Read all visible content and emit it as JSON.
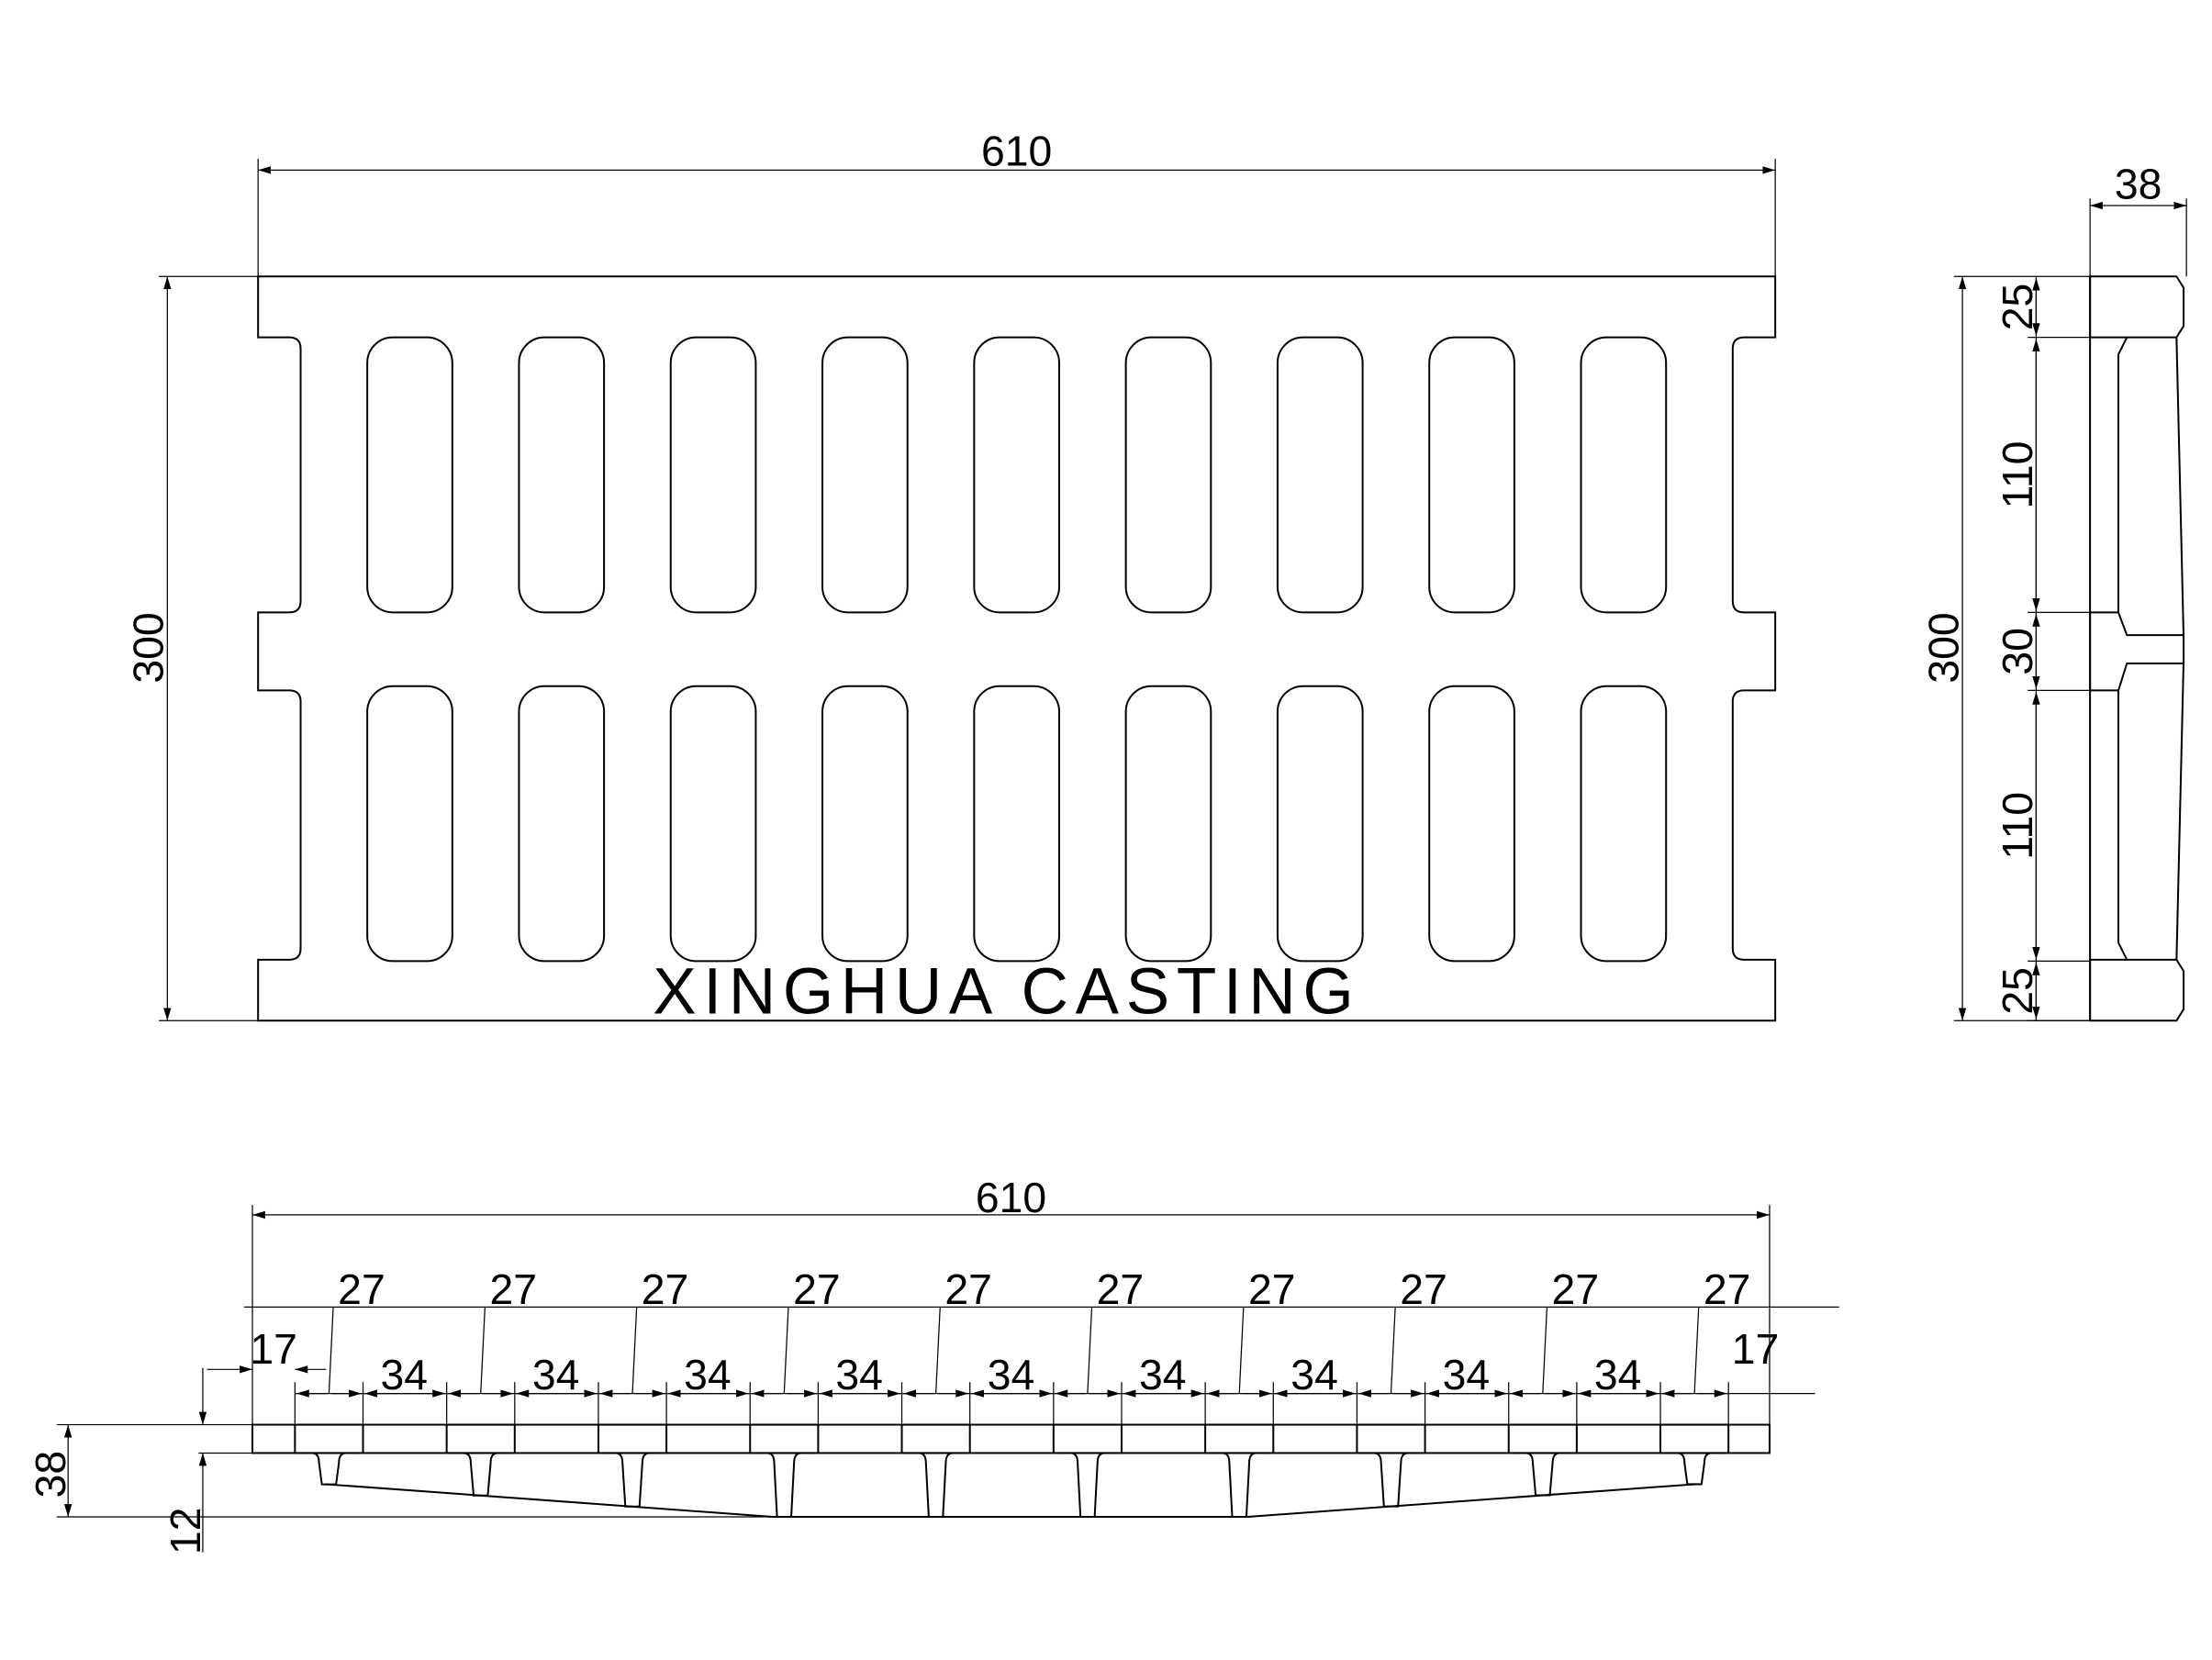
{
  "brand_text": "XINGHUA CASTING",
  "top_view": {
    "width_label": "610",
    "height_label": "300",
    "slot_columns": 9,
    "slot_rows": 2
  },
  "side_view": {
    "thickness_label": "38",
    "height_label": "300",
    "segments": [
      "25",
      "110",
      "30",
      "110",
      "25"
    ]
  },
  "section_view": {
    "width_label": "610",
    "rib_labels": [
      "27",
      "27",
      "27",
      "27",
      "27",
      "27",
      "27",
      "27",
      "27",
      "27"
    ],
    "gap_labels": [
      "34",
      "34",
      "34",
      "34",
      "34",
      "34",
      "34",
      "34",
      "34"
    ],
    "edge_left_label": "17",
    "edge_right_label": "17",
    "depth_label": "38",
    "plate_label": "12"
  },
  "colors": {
    "line": "#000000",
    "background": "#ffffff"
  }
}
